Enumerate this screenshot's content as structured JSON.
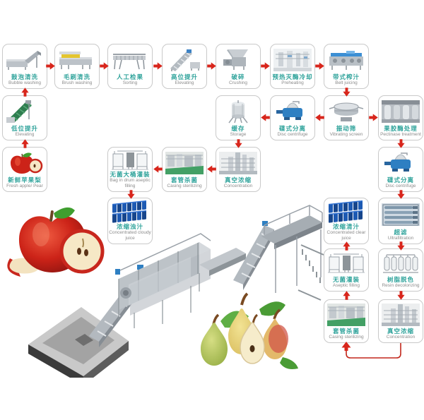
{
  "colors": {
    "label_zh": "#2fa39b",
    "label_en": "#8c8c8c",
    "arrow_red": "#d8261c",
    "box_border": "#c9c9c9",
    "drum_blue": "#1d5ab3",
    "machine_blue": "#2e7fc2",
    "floor_green": "#43a065"
  },
  "nodes": [
    {
      "id": "bubble-washing",
      "zh": "鼓泡清洗",
      "en": "Bubble washing",
      "icon": "bubble-washer-icon"
    },
    {
      "id": "brush-washing",
      "zh": "毛刷清洗",
      "en": "Brush washing",
      "icon": "brush-washer-icon"
    },
    {
      "id": "sorting",
      "zh": "人工检果",
      "en": "Sorting",
      "icon": "sorting-conveyor-icon"
    },
    {
      "id": "elevating-high",
      "zh": "高位提升",
      "en": "Elevating",
      "icon": "elevator-conveyor-icon"
    },
    {
      "id": "crushing",
      "zh": "破碎",
      "en": "Crushing",
      "icon": "crusher-icon"
    },
    {
      "id": "preheating",
      "zh": "预热灭酶冷却",
      "en": "Preheating",
      "icon": "preheater-plant-icon"
    },
    {
      "id": "belt-juicing",
      "zh": "带式榨汁",
      "en": "Belt juicing",
      "icon": "belt-press-icon"
    },
    {
      "id": "elevating-low",
      "zh": "低位提升",
      "en": "Elevating",
      "icon": "green-elevator-icon"
    },
    {
      "id": "storage",
      "zh": "缓存",
      "en": "Storage",
      "icon": "storage-tank-icon"
    },
    {
      "id": "disc-centrifuge",
      "zh": "碟式分离",
      "en": "Disc centrifuge",
      "icon": "disc-centrifuge-icon"
    },
    {
      "id": "vibrating-screen",
      "zh": "振动筛",
      "en": "Vibrating screen",
      "icon": "vibrating-screen-icon"
    },
    {
      "id": "pectinase-treatment",
      "zh": "果胶酶处理",
      "en": "Pectinase treatment",
      "icon": "tank-room-icon"
    },
    {
      "id": "fresh-apple-pear",
      "zh": "新鲜苹果梨",
      "en": "Fresh apple/ Pear",
      "icon": "apple-photo-icon"
    },
    {
      "id": "bag-in-drum-aseptic-filling",
      "zh": "无菌大桶灌装",
      "en": "Bag in drum aseptic filling",
      "icon": "drum-filling-machine-icon"
    },
    {
      "id": "casing-sterilizing-1",
      "zh": "套管杀菌",
      "en": "Casing sterilizing",
      "icon": "sterilizer-plant-icon"
    },
    {
      "id": "concentration-1",
      "zh": "真空浓缩",
      "en": "Concentration",
      "icon": "evaporator-plant-icon"
    },
    {
      "id": "disc-centrifuge-2",
      "zh": "碟式分离",
      "en": "Disc centrifuge",
      "icon": "disc-centrifuge-icon"
    },
    {
      "id": "concentrated-cloudy-juice",
      "zh": "浓缩浊汁",
      "en": "Concentrated cloudy juice",
      "icon": "blue-drums-icon"
    },
    {
      "id": "concentrated-clear-juice",
      "zh": "浓缩清汁",
      "en": "Concentrated clear juice",
      "icon": "blue-drums-icon"
    },
    {
      "id": "ultrafiltration",
      "zh": "超滤",
      "en": "Ultrafiltration",
      "icon": "membrane-unit-icon"
    },
    {
      "id": "aseptic-filling",
      "zh": "无菌灌装",
      "en": "Aseptic filling",
      "icon": "filling-machine-icon"
    },
    {
      "id": "resin-decolorizing",
      "zh": "树脂脱色",
      "en": "Resin decolorizing",
      "icon": "resin-columns-icon"
    },
    {
      "id": "casing-sterilizing-2",
      "zh": "套管杀菌",
      "en": "Casing sterilizing",
      "icon": "sterilizer-plant-icon"
    },
    {
      "id": "concentration-2",
      "zh": "真空浓缩",
      "en": "Concentration",
      "icon": "evaporator-plant-icon"
    }
  ],
  "edges": [
    "fresh-apple-pear->elevating-low",
    "elevating-low->bubble-washing",
    "bubble-washing->brush-washing",
    "brush-washing->sorting",
    "sorting->elevating-high",
    "elevating-high->crushing",
    "crushing->preheating",
    "preheating->belt-juicing",
    "belt-juicing->vibrating-screen",
    "vibrating-screen->disc-centrifuge",
    "disc-centrifuge->storage",
    "vibrating-screen->pectinase-treatment",
    "storage->concentration-1",
    "pectinase-treatment->disc-centrifuge-2",
    "concentration-1->casing-sterilizing-1",
    "casing-sterilizing-1->bag-in-drum-aseptic-filling",
    "bag-in-drum-aseptic-filling->concentrated-cloudy-juice",
    "disc-centrifuge-2->ultrafiltration",
    "ultrafiltration->resin-decolorizing",
    "resin-decolorizing->concentration-2",
    "concentration-2->casing-sterilizing-2",
    "casing-sterilizing-2->aseptic-filling",
    "aseptic-filling->concentrated-clear-juice"
  ],
  "illustrations": [
    "apples-photo",
    "pears-photo",
    "production-line-illustration"
  ]
}
